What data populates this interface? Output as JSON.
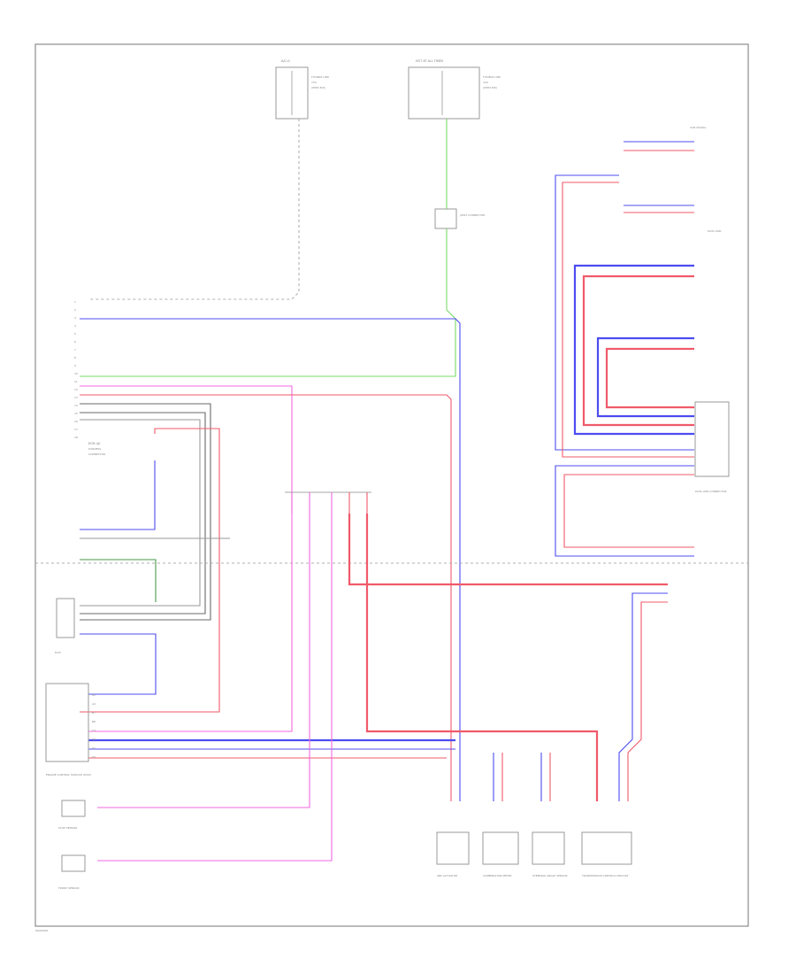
{
  "page": {
    "footer_code": "W000000"
  },
  "connectors": {
    "top_left": {
      "code": "A/C-G",
      "fuse_label": "FUSIBLE LINK"
    },
    "top_center": {
      "code": "HOT AT ALL TIMES",
      "fuse_label": "FUSIBLE LINK"
    },
    "mid_joint": {
      "code": "JOINT CONNECTOR"
    },
    "right_top": {
      "label": "CAN SIGNAL"
    },
    "right_mid": {
      "label": "DATA LINK"
    },
    "right_box": {
      "label": "DATA LINK CONNECTOR"
    }
  },
  "modules": {
    "engine_ecm": {
      "label": "ENGINE CONTROL MODULE (ECM)"
    },
    "ecm_pins": [
      "A3",
      "A4",
      "B7",
      "B8",
      "C3",
      "C4",
      "D1",
      "D2"
    ],
    "cpu_left": {
      "label": "ECM"
    },
    "stop_sensor": {
      "label": "STOP SENSOR"
    },
    "front_sensor": {
      "label": "FRONT SENSOR"
    },
    "bottom": [
      {
        "label": "ABS ACTUATOR"
      },
      {
        "label": "COMBINATION METER"
      },
      {
        "label": "STEERING ANGLE SENSOR"
      },
      {
        "label": "TRANSMISSION CONTROL MODULE"
      }
    ]
  },
  "legend_left": [
    "1",
    "2",
    "3",
    "4",
    "5",
    "6",
    "7",
    "8",
    "9",
    "10",
    "11",
    "12",
    "13",
    "14",
    "15",
    "16",
    "17",
    "18"
  ],
  "wire_codes": {
    "blue": "BLU",
    "red": "RED",
    "pink": "PNK",
    "green": "GRN",
    "gray": "GRY"
  },
  "colors": {
    "blue": "#4c4cf0",
    "red": "#f05a6a",
    "pink": "#f068e0",
    "green": "#7ad86a",
    "dark_green": "#4a9a4a",
    "gray": "#9a9a9a"
  }
}
